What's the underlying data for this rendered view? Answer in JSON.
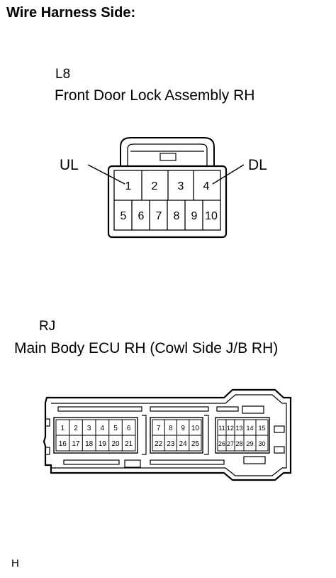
{
  "heading": "Wire Harness Side:",
  "connector_l8": {
    "code": "L8",
    "name": "Front Door Lock Assembly RH",
    "callout_left": "UL",
    "callout_right": "DL",
    "row1": [
      "1",
      "2",
      "3",
      "4"
    ],
    "row2": [
      "5",
      "6",
      "7",
      "8",
      "9",
      "10"
    ]
  },
  "connector_rj": {
    "code": "RJ",
    "name": "Main Body ECU RH (Cowl Side J/B RH)",
    "block_a": {
      "row1": [
        "1",
        "2",
        "3",
        "4",
        "5",
        "6"
      ],
      "row2": [
        "16",
        "17",
        "18",
        "19",
        "20",
        "21"
      ]
    },
    "block_b": {
      "row1": [
        "7",
        "8",
        "9",
        "10"
      ],
      "row2": [
        "22",
        "23",
        "24",
        "25"
      ]
    },
    "block_c": {
      "row1": [
        "11",
        "12",
        "13",
        "14",
        "15"
      ],
      "row2": [
        "26",
        "27",
        "28",
        "29",
        "30"
      ]
    }
  },
  "footer_code": "H"
}
